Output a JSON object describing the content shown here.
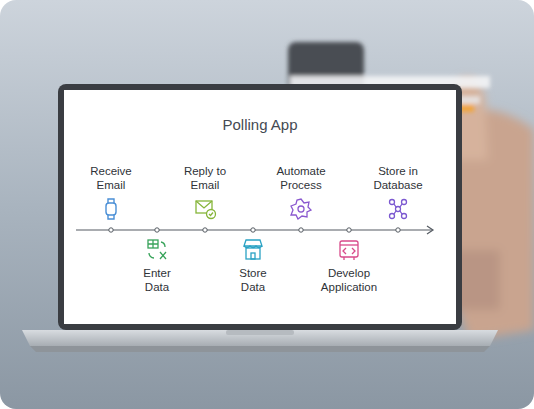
{
  "diagram": {
    "title": "Polling App",
    "labels": [
      "Receive Email",
      "Enter Data",
      "Reply to Email",
      "Store Data",
      "Automate Process",
      "Develop Application",
      "Store in Database"
    ]
  }
}
